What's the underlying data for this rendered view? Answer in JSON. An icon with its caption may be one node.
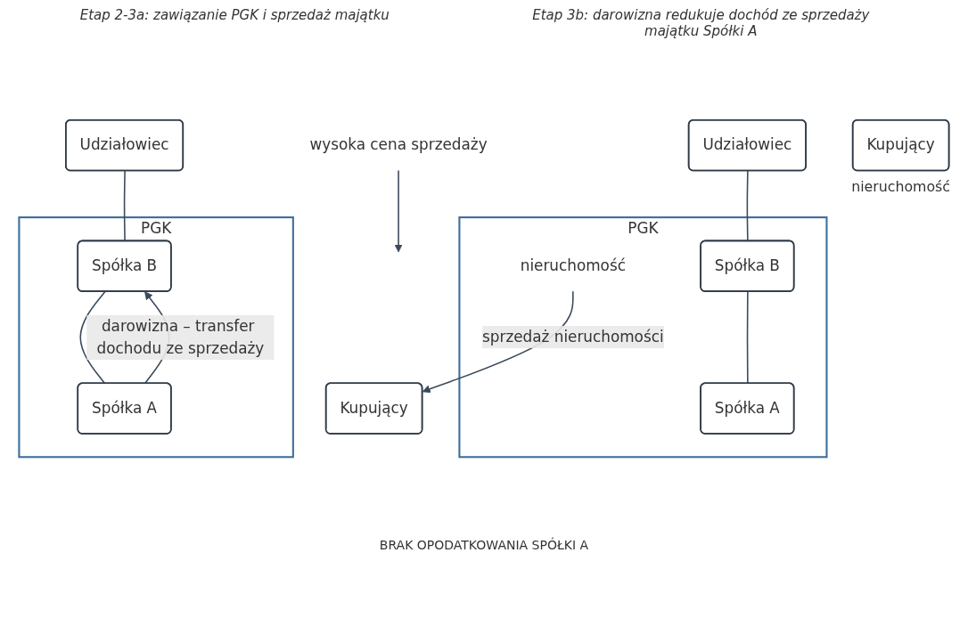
{
  "diagram": {
    "nodes": [
      {
        "text": [
          "Udziałowiec"
        ]
      },
      {
        "text": [
          "PGK"
        ]
      },
      {
        "text": [
          "Spółka B"
        ],
        "in": 1
      },
      {
        "text": [
          "wysoka cena sprzedaży"
        ]
      },
      {
        "text": [
          "Spółka A"
        ],
        "in": 1
      },
      {
        "text": [
          "nieruchomość"
        ],
        "in": 1
      },
      {
        "text": [
          "Kupujący"
        ]
      },
      {
        "text": [
          "Udziałowiec"
        ]
      },
      {
        "text": [
          "PGK"
        ]
      },
      {
        "text": [
          "Spółka B"
        ],
        "in": 8
      },
      {
        "text": [
          "Spółka A"
        ],
        "in": 8
      },
      {
        "text": [
          "Kupujący"
        ],
        "beside": [
          "nieruchomość"
        ]
      }
    ],
    "edges": [
      {
        "from": 0,
        "to": 2,
        "arrow": "none"
      },
      {
        "from": 2,
        "to": 4,
        "arrow": "none"
      },
      {
        "from": 3,
        "to": null,
        "arrow": "to"
      },
      {
        "from": 5,
        "to": 6,
        "arrow": "to",
        "label": "sprzedaż nieruchomości"
      },
      {
        "from": 7,
        "to": 9,
        "arrow": "none"
      },
      {
        "from": 9,
        "to": 10,
        "arrow": "none"
      },
      {
        "from": 10,
        "to": 9,
        "arrow": "to",
        "label": "darowizna – transfer dochodu ze sprzedaży"
      }
    ],
    "labels": [
      "Etap 2-3a: zawiązanie PGK i sprzedaż majątku",
      "Etap 3b: darowizna redukuje dochód ze sprzedaży majątku Spółki A",
      "BRAK OPODATKOWANIA SPÓŁKI A"
    ]
  }
}
